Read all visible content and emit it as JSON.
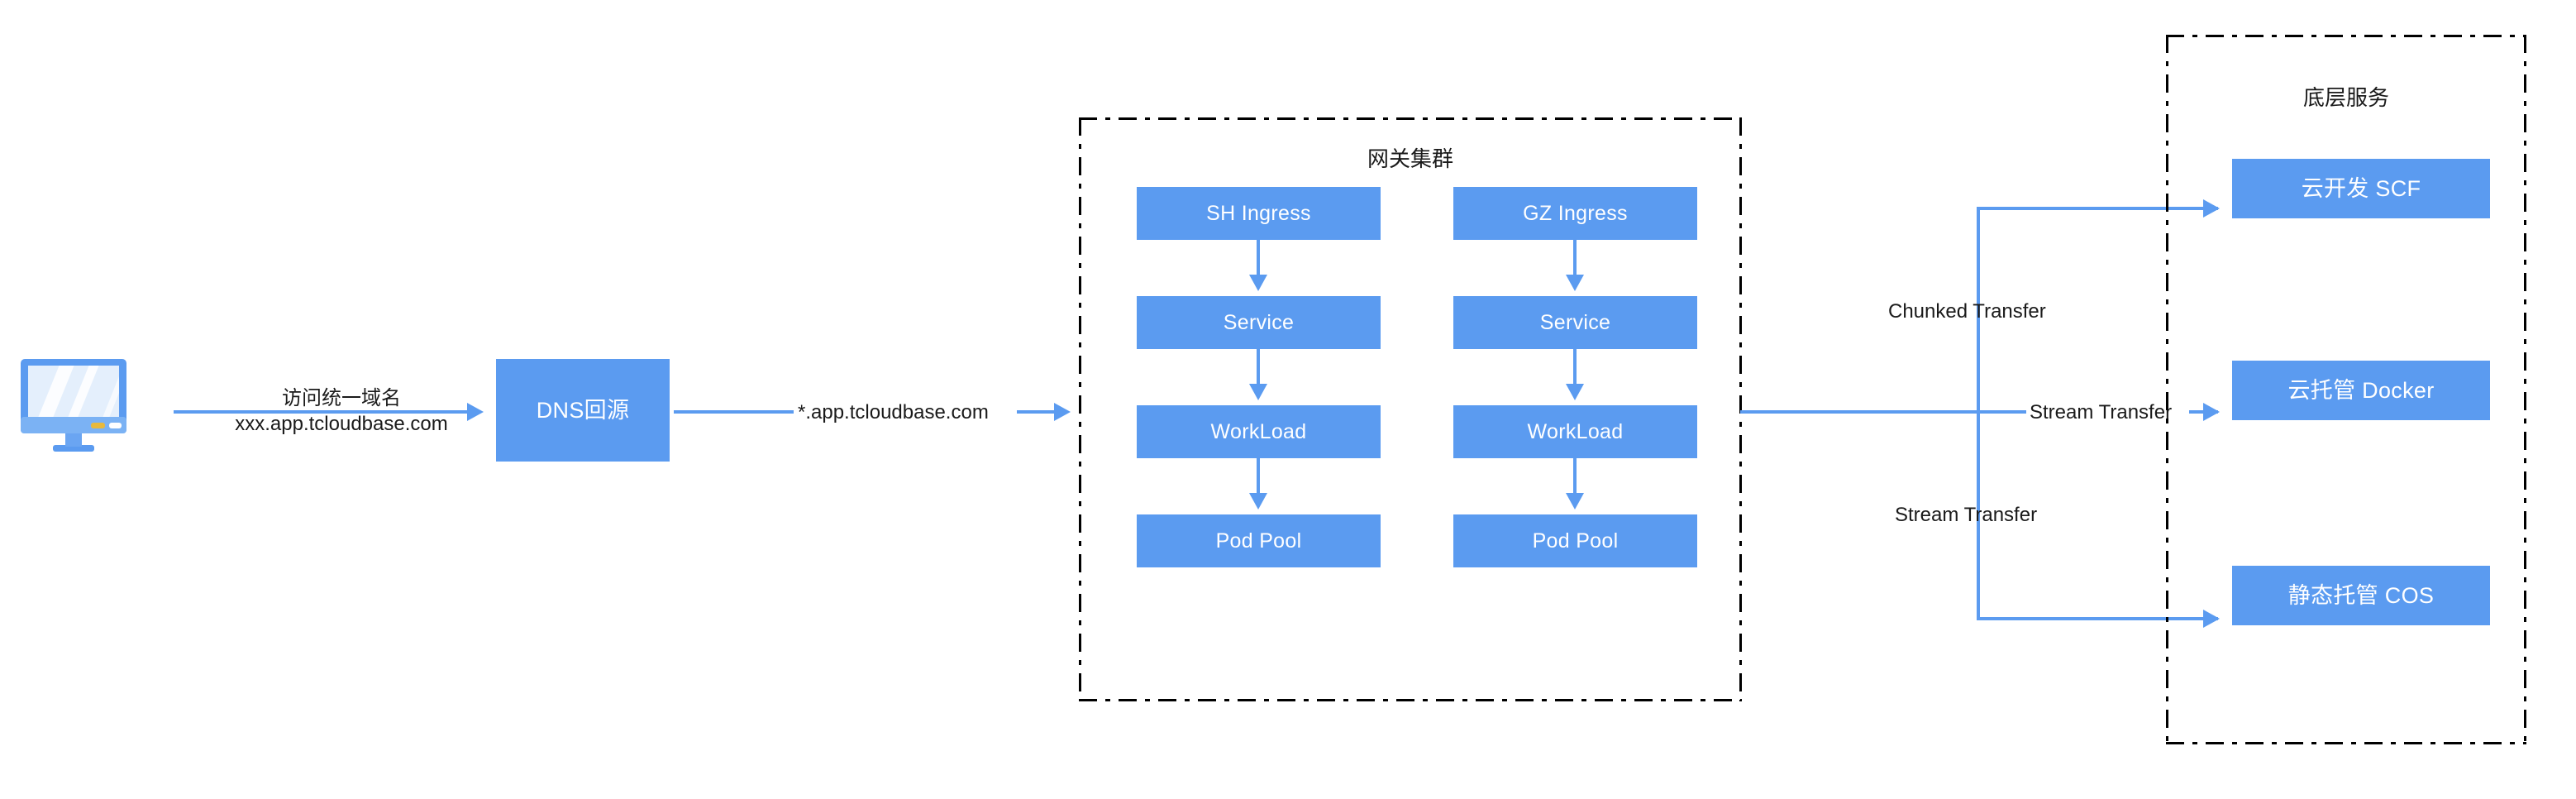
{
  "diagram": {
    "title": "CloudBase unified domain gateway architecture",
    "colors": {
      "node_fill": "#5b9bf0",
      "connector": "#5b9bf0",
      "group_border": "#000000",
      "text_dark": "#1a1a1a",
      "text_light": "#ffffff",
      "background": "#ffffff",
      "monitor_frame": "#5b9bf0",
      "monitor_screen": "#e8f2fd",
      "monitor_led_amber": "#e8b93c",
      "monitor_led_white": "#ffffff"
    }
  },
  "client": {
    "icon": "desktop-monitor-icon",
    "edge_label_line1": "访问统一域名",
    "edge_label_line2": "xxx.app.tcloudbase.com"
  },
  "dns": {
    "label": "DNS回源",
    "edge_label": "*.app.tcloudbase.com"
  },
  "gateway_cluster": {
    "title": "网关集群",
    "columns": [
      {
        "name": "sh-column",
        "nodes": [
          {
            "label": "SH Ingress"
          },
          {
            "label": "Service"
          },
          {
            "label": "WorkLoad"
          },
          {
            "label": "Pod Pool"
          }
        ]
      },
      {
        "name": "gz-column",
        "nodes": [
          {
            "label": "GZ Ingress"
          },
          {
            "label": "Service"
          },
          {
            "label": "WorkLoad"
          },
          {
            "label": "Pod Pool"
          }
        ]
      }
    ]
  },
  "transfer_labels": {
    "top": "Chunked Transfer",
    "middle": "Stream Transfer",
    "bottom": "Stream Transfer"
  },
  "backend_services": {
    "title": "底层服务",
    "nodes": [
      {
        "label": "云开发 SCF"
      },
      {
        "label": "云托管 Docker"
      },
      {
        "label": "静态托管 COS"
      }
    ]
  }
}
